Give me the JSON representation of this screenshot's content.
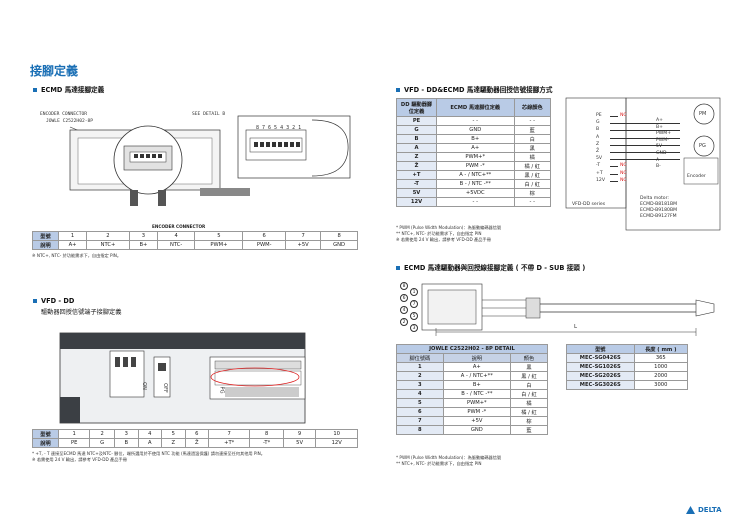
{
  "page_title": "接腳定義",
  "ecmd": {
    "section_title": "ECMD 馬達接腳定義",
    "drawing_labels": {
      "encoder_connector": "ENCODER CONNECTOR",
      "part_no": "JOWLE C2522H02-8P",
      "see_detail": "SEE DETAIL  B",
      "pin_numbers": "8 7 6 5 4 3 2 1",
      "caption": "ENCODER CONNECTOR"
    },
    "table": {
      "row_labels": [
        "型號",
        "說明"
      ],
      "pins": [
        "1",
        "2",
        "3",
        "4",
        "5",
        "6",
        "7",
        "8"
      ],
      "desc": [
        "A+",
        "NTC+",
        "B+",
        "NTC-",
        "PWM+",
        "PWM-",
        "+5V",
        "GND"
      ]
    },
    "note": "※ NTC+, NTC- 於功能需求下，自由指定 PIN。"
  },
  "vfd": {
    "section_title": "VFD - DD",
    "subtitle": "驅動器回授信號端子接腳定義",
    "drawing_labels": {
      "on": "ON",
      "off": "OFF",
      "pg": "PG"
    },
    "table": {
      "row_labels": [
        "型號",
        "說明"
      ],
      "pins": [
        "1",
        "2",
        "3",
        "4",
        "5",
        "6",
        "7",
        "8",
        "9",
        "10"
      ],
      "desc": [
        "PE",
        "G",
        "B",
        "A",
        "Z",
        "Z̄",
        "+T*",
        "-T*",
        "5V",
        "12V"
      ]
    },
    "notes": [
      "* +T, - T 連接至ECMD 馬達 NTC+及NTC- 腳位，端所選用於不使用 NTC 功能 (馬達過溫保護) 請勿連接至任何其他用 PIN。",
      "※ 若需使用 24 V 輸出，請參考 VFD-DD 產品手冊"
    ]
  },
  "wiring": {
    "section_title": "VFD - DD&ECMD 馬達驅動器回授信號接腳方式",
    "table": {
      "headers": [
        "DD 驅動器腳位定義",
        "ECMD 馬達腳位定義",
        "芯線顏色"
      ],
      "rows": [
        [
          "PE",
          "- -",
          "- -"
        ],
        [
          "G",
          "GND",
          "藍"
        ],
        [
          "B",
          "B+",
          "白"
        ],
        [
          "A",
          "A+",
          "黑"
        ],
        [
          "Z",
          "PWM+*",
          "橘"
        ],
        [
          "Z̄",
          "PWM -*",
          "橘 / 紅"
        ],
        [
          "+T",
          "A - / NTC+**",
          "黑 / 紅"
        ],
        [
          "-T",
          "B - / NTC -**",
          "白 / 紅"
        ],
        [
          "5V",
          "+5VDC",
          "棕"
        ],
        [
          "12V",
          "- -",
          "- -"
        ]
      ]
    },
    "notes": [
      "* PWM (Pulse Width Modulation)：為脈動編碼器信號",
      "** NTC+, NTC- 於功能需求下，自由指定 PIN",
      "※ 若需使用 24 V 輸出，請參考 VFD-DD 產品手冊"
    ],
    "diagram": {
      "left_pins": [
        "PE",
        "G",
        "B",
        "A",
        "Z",
        "Z̄",
        "5V",
        "-T",
        "+T",
        "12V"
      ],
      "nc": "NC",
      "left_caption": "VFD-DD series",
      "right_signals": [
        "A+",
        "B+",
        "PWM+",
        "PWM-",
        "5V",
        "GND",
        "A-",
        "B-"
      ],
      "pm": "PM",
      "pg": "PG",
      "encoder": "Encoder",
      "motor_title": "Delta motor:",
      "motor_models": [
        "ECMD-B8181BM",
        "ECMD-B9180BM",
        "ECMD-B9127FM"
      ]
    }
  },
  "cable": {
    "section_title": "ECMD 馬達驅動器與回授線接腳定義 ( 不帶 D - SUB 接頭 )",
    "circle_numbers": [
      "8",
      "6",
      "4",
      "2",
      "1",
      "7",
      "5",
      "3"
    ],
    "length_label": "L",
    "pin_table": {
      "title": "JOWLE C2522H02 - 8P DETAIL",
      "headers": [
        "腳位號碼",
        "說明",
        "顏色"
      ],
      "rows": [
        [
          "1",
          "A+",
          "黑"
        ],
        [
          "2",
          "A - / NTC+**",
          "黑 / 紅"
        ],
        [
          "3",
          "B+",
          "白"
        ],
        [
          "4",
          "B - / NTC -**",
          "白 / 紅"
        ],
        [
          "5",
          "PWM+*",
          "橘"
        ],
        [
          "6",
          "PWM -*",
          "橘 / 紅"
        ],
        [
          "7",
          "+5V",
          "棕"
        ],
        [
          "8",
          "GND",
          "藍"
        ]
      ]
    },
    "length_table": {
      "headers": [
        "型號",
        "長度 ( mm )"
      ],
      "rows": [
        [
          "MEC-SG0426S",
          "365"
        ],
        [
          "MEC-SG1026S",
          "1000"
        ],
        [
          "MEC-SG2026S",
          "2000"
        ],
        [
          "MEC-SG3026S",
          "3000"
        ]
      ]
    },
    "notes": [
      "* PWM (Pulse Width Modulation)：為脈動編碼器信號",
      "** NTC+, NTC- 於功能需求下，自由指定 PIN"
    ]
  },
  "logo": {
    "text": "DELTA"
  },
  "colors": {
    "accent": "#1a6fb5",
    "table_header": "#b9cbe6",
    "nc_red": "#dd2222"
  }
}
